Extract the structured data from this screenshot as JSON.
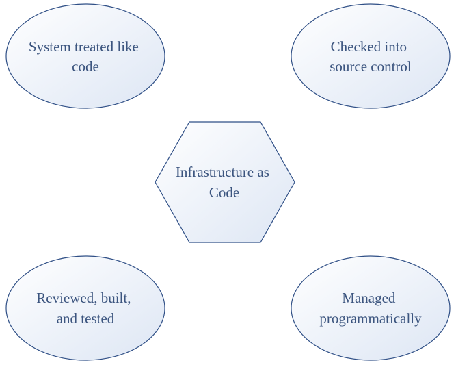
{
  "colors": {
    "stroke": "#2f4f86",
    "fill_light": "#ffffff",
    "fill_dark": "#dde6f4",
    "text": "#3c557f",
    "background": "#ffffff"
  },
  "center": {
    "shape": "hexagon",
    "lines": [
      "Infrastructure as",
      "Code"
    ]
  },
  "nodes": [
    {
      "id": "top-left",
      "shape": "ellipse",
      "lines": [
        "System treated like",
        "code"
      ]
    },
    {
      "id": "top-right",
      "shape": "ellipse",
      "lines": [
        "Checked into",
        "source control"
      ]
    },
    {
      "id": "bottom-left",
      "shape": "ellipse",
      "lines": [
        "Reviewed, built,",
        "and tested"
      ]
    },
    {
      "id": "bottom-right",
      "shape": "ellipse",
      "lines": [
        "Managed",
        "programmatically"
      ]
    }
  ]
}
